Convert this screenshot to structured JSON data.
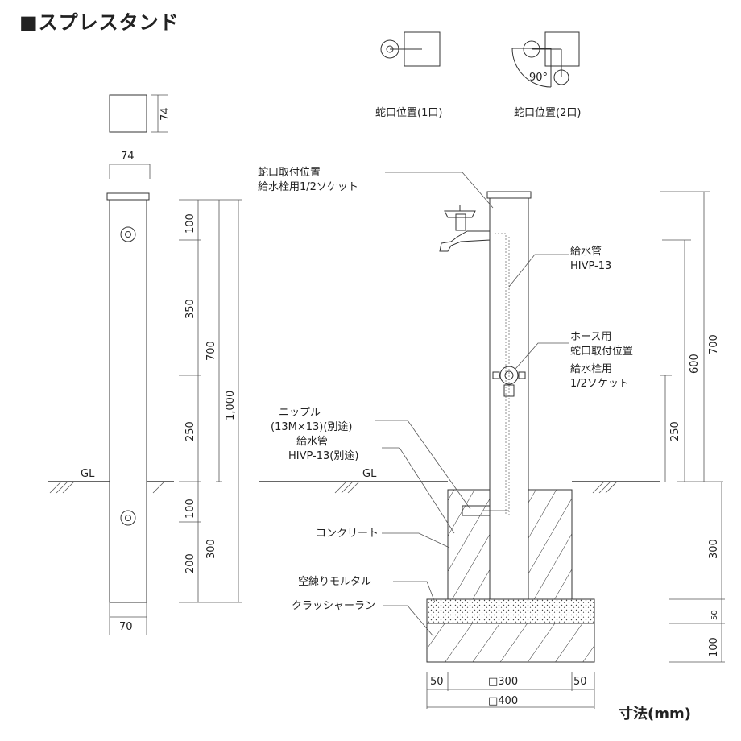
{
  "title": "■スプレスタンド",
  "unit_note": "寸法(mm)",
  "faucet_positions": {
    "one": "蛇口位置(1口)",
    "two": "蛇口位置(2口)",
    "angle": "90°"
  },
  "left_view": {
    "top_size": "74",
    "width_top": "74",
    "width_bottom": "70",
    "gl": "GL",
    "dims": [
      "100",
      "350",
      "700",
      "250",
      "1,000",
      "100",
      "300",
      "200"
    ]
  },
  "right_view": {
    "gl": "GL",
    "labels": {
      "faucet_mount_1": "蛇口取付位置",
      "faucet_mount_2": "給水栓用1/2ソケット",
      "supply_pipe_1": "給水管",
      "supply_pipe_2": "HIVP-13",
      "hose_1": "ホース用",
      "hose_2": "蛇口取付位置",
      "hose_3": "給水栓用",
      "hose_4": "1/2ソケット",
      "nipple_1": "ニップル",
      "nipple_2": "(13M×13)(別途)",
      "pipe2_1": "給水管",
      "pipe2_2": "HIVP-13(別途)",
      "concrete": "コンクリート",
      "mortar": "空練りモルタル",
      "crusher": "クラッシャーラン"
    },
    "dims_right": [
      "700",
      "600",
      "250",
      "300",
      "50",
      "100"
    ],
    "dims_bottom": [
      "50",
      "□300",
      "50",
      "□400"
    ]
  }
}
